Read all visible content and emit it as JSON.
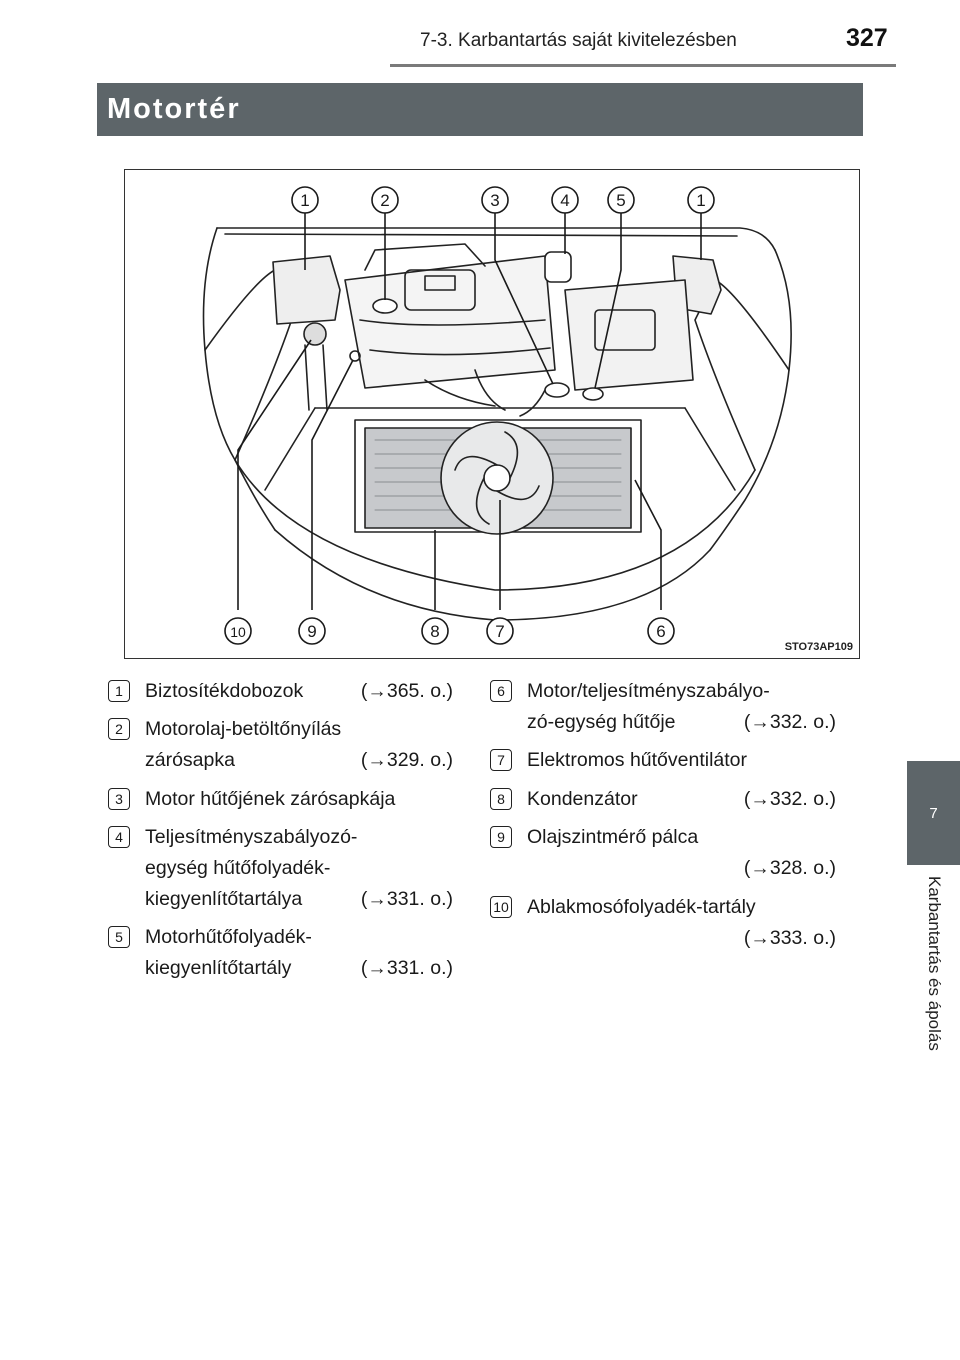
{
  "header": {
    "section_path": "7-3. Karbantartás saját kivitelezésben",
    "page_number": "327"
  },
  "section_title": "Motortér",
  "figure": {
    "code": "STO73AP109",
    "callouts_top": [
      "1",
      "2",
      "3",
      "4",
      "5",
      "1"
    ],
    "callouts_bottom": [
      "10",
      "9",
      "8",
      "7",
      "6"
    ]
  },
  "side_tab": {
    "chapter_number": "7",
    "chapter_title": "Karbantartás és ápolás"
  },
  "legend_left": [
    {
      "num": "1",
      "lines": [
        "Biztosítékdobozok"
      ],
      "ref": "(→365. o.)",
      "ref_line": 0
    },
    {
      "num": "2",
      "lines": [
        "Motorolaj-betöltőnyílás",
        "zárósapka"
      ],
      "ref": "(→329. o.)",
      "ref_line": 1
    },
    {
      "num": "3",
      "lines": [
        "Motor hűtőjének zárósapkája"
      ],
      "ref": "",
      "ref_line": 0
    },
    {
      "num": "4",
      "lines": [
        "Teljesítményszabályozó-",
        "egység hűtőfolyadék-",
        "kiegyenlítőtartálya"
      ],
      "ref": "(→331. o.)",
      "ref_line": 2
    },
    {
      "num": "5",
      "lines": [
        "Motorhűtőfolyadék-",
        "kiegyenlítőtartály"
      ],
      "ref": "(→331. o.)",
      "ref_line": 1
    }
  ],
  "legend_right": [
    {
      "num": "6",
      "lines": [
        "Motor/teljesítményszabályo-",
        "zó-egység hűtője"
      ],
      "ref": "(→332. o.)",
      "ref_line": 1
    },
    {
      "num": "7",
      "lines": [
        "Elektromos hűtőventilátor"
      ],
      "ref": "",
      "ref_line": 0
    },
    {
      "num": "8",
      "lines": [
        "Kondenzátor"
      ],
      "ref": "(→332. o.)",
      "ref_line": 0
    },
    {
      "num": "9",
      "lines": [
        "Olajszintmérő pálca",
        ""
      ],
      "ref": "(→328. o.)",
      "ref_line": 1
    },
    {
      "num": "10",
      "lines": [
        "Ablakmosófolyadék-tartály",
        ""
      ],
      "ref": "(→333. o.)",
      "ref_line": 1
    }
  ]
}
